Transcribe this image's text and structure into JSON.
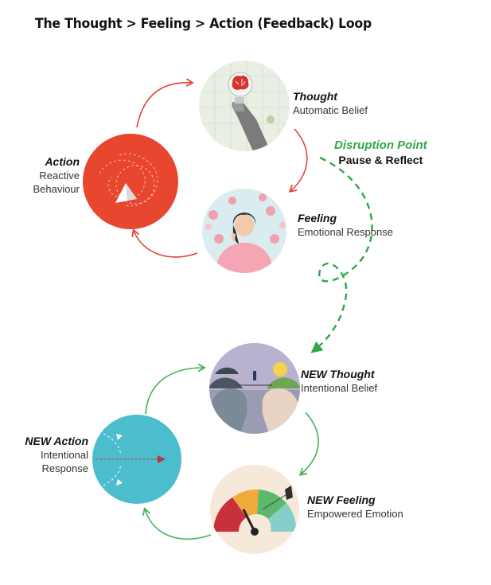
{
  "title": "The Thought > Feeling > Action (Feedback) Loop",
  "colors": {
    "red_loop": "#e0443c",
    "green_loop": "#3fb35a",
    "action_circle": "#e8462f",
    "new_action_circle": "#4bbdcc"
  },
  "loop1": {
    "thought": {
      "heading": "Thought",
      "sub": "Automatic Belief",
      "icon": "lightbulb-brain-hand-illustration"
    },
    "feeling": {
      "heading": "Feeling",
      "sub": "Emotional Response",
      "icon": "stressed-woman-emoji-illustration"
    },
    "action": {
      "heading": "Action",
      "sub1": "Reactive",
      "sub2": "Behaviour",
      "icon": "paper-plane-icon"
    }
  },
  "disruption": {
    "heading": "Disruption Point",
    "sub": "Pause & Reflect"
  },
  "loop2": {
    "thought": {
      "heading": "NEW Thought",
      "sub": "Intentional Belief",
      "icon": "two-heads-tightrope-illustration"
    },
    "feeling": {
      "heading": "NEW Feeling",
      "sub": "Empowered Emotion",
      "icon": "mood-gauge-illustration"
    },
    "action": {
      "heading": "NEW Action",
      "sub1": "Intentional",
      "sub2": "Response",
      "icon": "arrow-target-icon"
    }
  }
}
